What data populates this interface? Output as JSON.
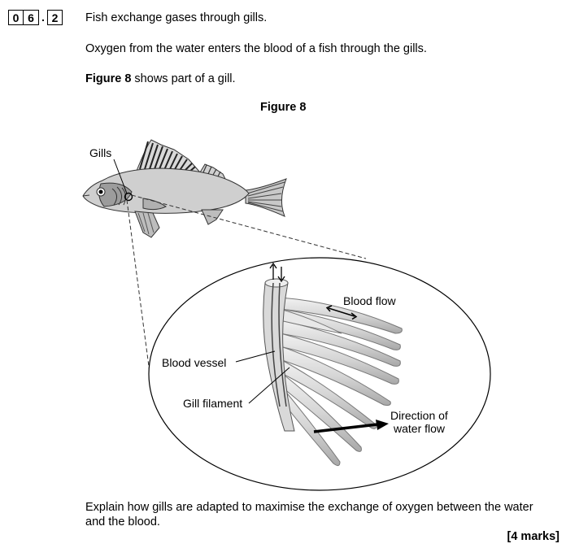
{
  "question": {
    "number_digits": [
      "0",
      "6",
      "2"
    ],
    "separator": ".",
    "intro": "Fish exchange gases through gills.",
    "line2": "Oxygen from the water enters the blood of a fish through the gills.",
    "figure_ref_bold": "Figure 8",
    "figure_ref_rest": " shows part of a gill.",
    "instruction": "Explain how gills are adapted to maximise the exchange of oxygen between the water",
    "instruction_cont": "and the blood.",
    "marks": "[4 marks]"
  },
  "figure": {
    "caption": "Figure 8",
    "labels": {
      "gills": "Gills",
      "blood_flow": "Blood flow",
      "blood_vessel": "Blood vessel",
      "gill_filament": "Gill filament",
      "water_flow_line1": "Direction of",
      "water_flow_line2": "water flow"
    }
  }
}
